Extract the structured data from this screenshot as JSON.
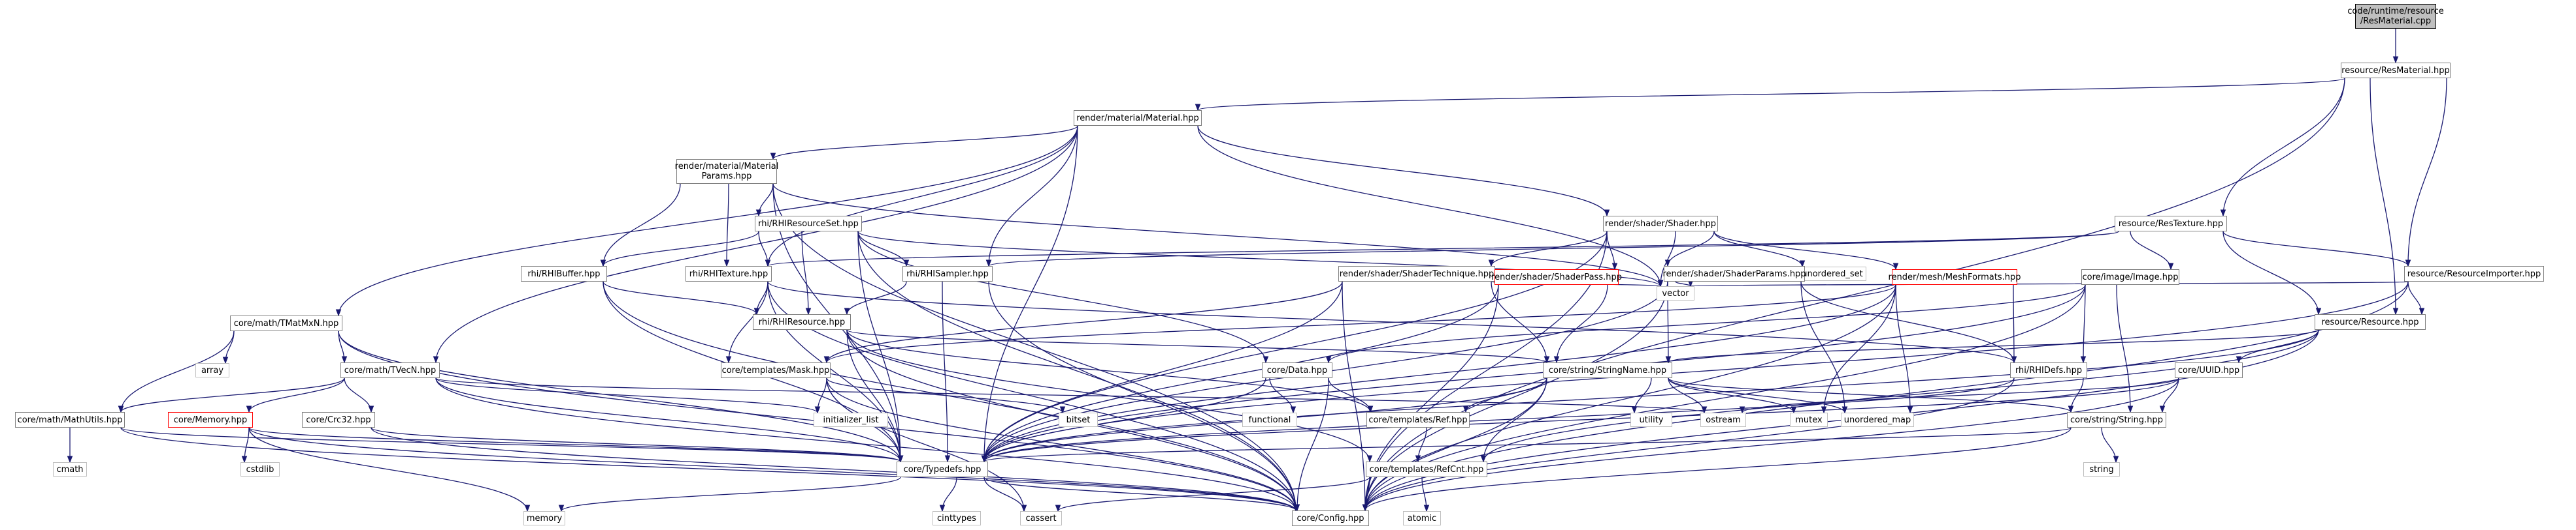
{
  "graph": {
    "title": "code/runtime/resource/ResMaterial.cpp",
    "nodes": [
      {
        "id": "root",
        "label": "code/runtime/resource\n/ResMaterial.cpp",
        "kind": "root"
      },
      {
        "id": "resmat",
        "label": "resource/ResMaterial.hpp",
        "kind": "file"
      },
      {
        "id": "material",
        "label": "render/material/Material.hpp",
        "kind": "file"
      },
      {
        "id": "restexture",
        "label": "resource/ResTexture.hpp",
        "kind": "file"
      },
      {
        "id": "resimporter",
        "label": "resource/ResourceImporter.hpp",
        "kind": "file"
      },
      {
        "id": "resource",
        "label": "resource/Resource.hpp",
        "kind": "file"
      },
      {
        "id": "matparams",
        "label": "render/material/Material\nParams.hpp",
        "kind": "file"
      },
      {
        "id": "shader",
        "label": "render/shader/Shader.hpp",
        "kind": "file"
      },
      {
        "id": "rhiresset",
        "label": "rhi/RHIResourceSet.hpp",
        "kind": "file"
      },
      {
        "id": "unordered_set",
        "label": "unordered_set",
        "kind": "system"
      },
      {
        "id": "shadertech",
        "label": "render/shader/ShaderTechnique.hpp",
        "kind": "file"
      },
      {
        "id": "shaderparams",
        "label": "render/shader/ShaderParams.hpp",
        "kind": "file"
      },
      {
        "id": "meshformats",
        "label": "render/mesh/MeshFormats.hpp",
        "kind": "missing"
      },
      {
        "id": "image",
        "label": "core/image/Image.hpp",
        "kind": "file"
      },
      {
        "id": "rhibuffer",
        "label": "rhi/RHIBuffer.hpp",
        "kind": "file"
      },
      {
        "id": "rhitexture",
        "label": "rhi/RHITexture.hpp",
        "kind": "file"
      },
      {
        "id": "rhisampler",
        "label": "rhi/RHISampler.hpp",
        "kind": "file"
      },
      {
        "id": "shaderpass",
        "label": "render/shader/ShaderPass.hpp",
        "kind": "missing"
      },
      {
        "id": "vector",
        "label": "vector",
        "kind": "system"
      },
      {
        "id": "tmatmxn",
        "label": "core/math/TMatMxN.hpp",
        "kind": "file"
      },
      {
        "id": "rhiresource",
        "label": "rhi/RHIResource.hpp",
        "kind": "file"
      },
      {
        "id": "array",
        "label": "array",
        "kind": "system"
      },
      {
        "id": "tvecn",
        "label": "core/math/TVecN.hpp",
        "kind": "file"
      },
      {
        "id": "mask",
        "label": "core/templates/Mask.hpp",
        "kind": "file"
      },
      {
        "id": "data",
        "label": "core/Data.hpp",
        "kind": "file"
      },
      {
        "id": "stringname",
        "label": "core/string/StringName.hpp",
        "kind": "file"
      },
      {
        "id": "rhidefs",
        "label": "rhi/RHIDefs.hpp",
        "kind": "file"
      },
      {
        "id": "uuid",
        "label": "core/UUID.hpp",
        "kind": "file"
      },
      {
        "id": "initializer_list",
        "label": "initializer_list",
        "kind": "system"
      },
      {
        "id": "mathutils",
        "label": "core/math/MathUtils.hpp",
        "kind": "file"
      },
      {
        "id": "crc32",
        "label": "core/Crc32.hpp",
        "kind": "file"
      },
      {
        "id": "bitset",
        "label": "bitset",
        "kind": "system"
      },
      {
        "id": "functional",
        "label": "functional",
        "kind": "system"
      },
      {
        "id": "ref",
        "label": "core/templates/Ref.hpp",
        "kind": "file"
      },
      {
        "id": "utility",
        "label": "utility",
        "kind": "system"
      },
      {
        "id": "ostream",
        "label": "ostream",
        "kind": "system"
      },
      {
        "id": "mutex",
        "label": "mutex",
        "kind": "system"
      },
      {
        "id": "unordered_map",
        "label": "unordered_map",
        "kind": "system"
      },
      {
        "id": "string",
        "label": "core/string/String.hpp",
        "kind": "file"
      },
      {
        "id": "cmath",
        "label": "cmath",
        "kind": "system"
      },
      {
        "id": "memory_hpp",
        "label": "core/Memory.hpp",
        "kind": "missing"
      },
      {
        "id": "cstdlib",
        "label": "cstdlib",
        "kind": "system"
      },
      {
        "id": "typedefs",
        "label": "core/Typedefs.hpp",
        "kind": "file"
      },
      {
        "id": "refcnt",
        "label": "core/templates/RefCnt.hpp",
        "kind": "file"
      },
      {
        "id": "std_string",
        "label": "string",
        "kind": "system"
      },
      {
        "id": "memory",
        "label": "memory",
        "kind": "system"
      },
      {
        "id": "cinttypes",
        "label": "cinttypes",
        "kind": "system"
      },
      {
        "id": "cassert",
        "label": "cassert",
        "kind": "system"
      },
      {
        "id": "config",
        "label": "core/Config.hpp",
        "kind": "file"
      },
      {
        "id": "atomic",
        "label": "atomic",
        "kind": "system"
      }
    ],
    "edges": [
      [
        "root",
        "resmat"
      ],
      [
        "resmat",
        "material"
      ],
      [
        "resmat",
        "restexture"
      ],
      [
        "resmat",
        "resimporter"
      ],
      [
        "resmat",
        "resource"
      ],
      [
        "resmat",
        "config"
      ],
      [
        "material",
        "matparams"
      ],
      [
        "material",
        "shader"
      ],
      [
        "material",
        "rhitexture"
      ],
      [
        "material",
        "rhisampler"
      ],
      [
        "material",
        "tvecn"
      ],
      [
        "material",
        "tmatmxn"
      ],
      [
        "material",
        "vector"
      ],
      [
        "material",
        "typedefs"
      ],
      [
        "matparams",
        "rhiresset"
      ],
      [
        "matparams",
        "rhibuffer"
      ],
      [
        "matparams",
        "rhitexture"
      ],
      [
        "matparams",
        "vector"
      ],
      [
        "matparams",
        "typedefs"
      ],
      [
        "matparams",
        "config"
      ],
      [
        "shader",
        "shadertech"
      ],
      [
        "shader",
        "shaderparams"
      ],
      [
        "shader",
        "shaderpass"
      ],
      [
        "shader",
        "meshformats"
      ],
      [
        "shader",
        "unordered_set"
      ],
      [
        "shader",
        "vector"
      ],
      [
        "shader",
        "typedefs"
      ],
      [
        "shader",
        "config"
      ],
      [
        "rhiresset",
        "rhibuffer"
      ],
      [
        "rhiresset",
        "rhitexture"
      ],
      [
        "rhiresset",
        "rhisampler"
      ],
      [
        "rhiresset",
        "rhiresource"
      ],
      [
        "rhiresset",
        "data"
      ],
      [
        "rhiresset",
        "vector"
      ],
      [
        "rhiresset",
        "typedefs"
      ],
      [
        "rhiresset",
        "config"
      ],
      [
        "restexture",
        "image"
      ],
      [
        "restexture",
        "resource"
      ],
      [
        "restexture",
        "rhitexture"
      ],
      [
        "restexture",
        "rhisampler"
      ],
      [
        "restexture",
        "resimporter"
      ],
      [
        "resimporter",
        "resource"
      ],
      [
        "resimporter",
        "typedefs"
      ],
      [
        "resimporter",
        "vector"
      ],
      [
        "resimporter",
        "config"
      ],
      [
        "resource",
        "uuid"
      ],
      [
        "resource",
        "stringname"
      ],
      [
        "resource",
        "refcnt"
      ],
      [
        "resource",
        "typedefs"
      ],
      [
        "resource",
        "config"
      ],
      [
        "shadertech",
        "shaderpass"
      ],
      [
        "shadertech",
        "mask"
      ],
      [
        "shadertech",
        "stringname"
      ],
      [
        "shadertech",
        "vector"
      ],
      [
        "shadertech",
        "typedefs"
      ],
      [
        "shadertech",
        "config"
      ],
      [
        "shaderparams",
        "stringname"
      ],
      [
        "shaderparams",
        "rhidefs"
      ],
      [
        "shaderparams",
        "unordered_map"
      ],
      [
        "shaderparams",
        "vector"
      ],
      [
        "shaderparams",
        "typedefs"
      ],
      [
        "shaderparams",
        "config"
      ],
      [
        "meshformats",
        "rhidefs"
      ],
      [
        "meshformats",
        "mask"
      ],
      [
        "meshformats",
        "mutex"
      ],
      [
        "meshformats",
        "unordered_map"
      ],
      [
        "meshformats",
        "typedefs"
      ],
      [
        "meshformats",
        "config"
      ],
      [
        "image",
        "rhidefs"
      ],
      [
        "image",
        "data"
      ],
      [
        "image",
        "string"
      ],
      [
        "image",
        "typedefs"
      ],
      [
        "image",
        "config"
      ],
      [
        "rhibuffer",
        "rhiresource"
      ],
      [
        "rhibuffer",
        "typedefs"
      ],
      [
        "rhibuffer",
        "config"
      ],
      [
        "rhitexture",
        "rhiresource"
      ],
      [
        "rhitexture",
        "rhidefs"
      ],
      [
        "rhitexture",
        "mask"
      ],
      [
        "rhitexture",
        "typedefs"
      ],
      [
        "rhitexture",
        "config"
      ],
      [
        "rhisampler",
        "rhiresource"
      ],
      [
        "rhisampler",
        "typedefs"
      ],
      [
        "rhisampler",
        "config"
      ],
      [
        "shaderpass",
        "stringname"
      ],
      [
        "shaderpass",
        "typedefs"
      ],
      [
        "shaderpass",
        "config"
      ],
      [
        "tmatmxn",
        "tvecn"
      ],
      [
        "tmatmxn",
        "mathutils"
      ],
      [
        "tmatmxn",
        "array"
      ],
      [
        "tmatmxn",
        "typedefs"
      ],
      [
        "tmatmxn",
        "config"
      ],
      [
        "rhiresource",
        "refcnt"
      ],
      [
        "rhiresource",
        "ref"
      ],
      [
        "rhiresource",
        "stringname"
      ],
      [
        "rhiresource",
        "typedefs"
      ],
      [
        "rhiresource",
        "config"
      ],
      [
        "tvecn",
        "mathutils"
      ],
      [
        "tvecn",
        "crc32"
      ],
      [
        "tvecn",
        "memory_hpp"
      ],
      [
        "tvecn",
        "initializer_list"
      ],
      [
        "tvecn",
        "ostream"
      ],
      [
        "tvecn",
        "typedefs"
      ],
      [
        "tvecn",
        "config"
      ],
      [
        "mask",
        "bitset"
      ],
      [
        "mask",
        "initializer_list"
      ],
      [
        "mask",
        "typedefs"
      ],
      [
        "mask",
        "cassert"
      ],
      [
        "mask",
        "config"
      ],
      [
        "data",
        "ref"
      ],
      [
        "data",
        "functional"
      ],
      [
        "data",
        "typedefs"
      ],
      [
        "data",
        "config"
      ],
      [
        "stringname",
        "string"
      ],
      [
        "stringname",
        "ref"
      ],
      [
        "stringname",
        "refcnt"
      ],
      [
        "stringname",
        "utility"
      ],
      [
        "stringname",
        "ostream"
      ],
      [
        "stringname",
        "mutex"
      ],
      [
        "stringname",
        "unordered_map"
      ],
      [
        "stringname",
        "typedefs"
      ],
      [
        "stringname",
        "config"
      ],
      [
        "rhidefs",
        "string"
      ],
      [
        "rhidefs",
        "typedefs"
      ],
      [
        "rhidefs",
        "config"
      ],
      [
        "uuid",
        "string"
      ],
      [
        "uuid",
        "ostream"
      ],
      [
        "uuid",
        "typedefs"
      ],
      [
        "uuid",
        "config"
      ],
      [
        "mathutils",
        "cmath"
      ],
      [
        "mathutils",
        "typedefs"
      ],
      [
        "mathutils",
        "config"
      ],
      [
        "crc32",
        "typedefs"
      ],
      [
        "crc32",
        "config"
      ],
      [
        "ref",
        "refcnt"
      ],
      [
        "string",
        "std_string"
      ],
      [
        "string",
        "typedefs"
      ],
      [
        "string",
        "config"
      ],
      [
        "memory_hpp",
        "cstdlib"
      ],
      [
        "memory_hpp",
        "memory"
      ],
      [
        "memory_hpp",
        "typedefs"
      ],
      [
        "memory_hpp",
        "config"
      ],
      [
        "typedefs",
        "config"
      ],
      [
        "typedefs",
        "cinttypes"
      ],
      [
        "typedefs",
        "cassert"
      ],
      [
        "typedefs",
        "memory"
      ],
      [
        "refcnt",
        "atomic"
      ],
      [
        "refcnt",
        "cassert"
      ],
      [
        "refcnt",
        "config"
      ]
    ]
  }
}
